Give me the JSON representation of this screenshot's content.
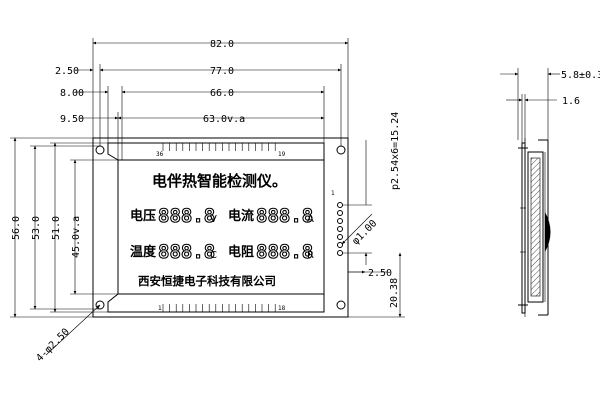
{
  "dimensions": {
    "top_82": "82.0",
    "top_2_50": "2.50",
    "top_77": "77.0",
    "top_8": "8.00",
    "top_66": "66.0",
    "top_9_50": "9.50",
    "top_63": "63.0v.a",
    "left_56": "56.0",
    "left_53": "53.0",
    "left_51": "51.0",
    "left_45": "45.0v.a",
    "holes": "4-φ2.50",
    "pitch": "p2.54x6=15.24",
    "pin_dia": "φ1.00",
    "pin_offset": "2.50",
    "pin_height": "20.38",
    "side_thickness": "5.8±0.3",
    "side_board": "1.6"
  },
  "pins": {
    "tl": "36",
    "tr": "19",
    "bl": "1",
    "br": "18",
    "side_first": "1"
  },
  "lcd": {
    "title": "电伴热智能检测仪。",
    "voltage_label": "电压",
    "voltage_digits": "888.8",
    "voltage_unit": "V",
    "current_label": "电流",
    "current_digits": "888.8",
    "current_unit": "A",
    "temp_label": "温度",
    "temp_digits": "888.8",
    "temp_unit": "C",
    "resist_label": "电阻",
    "resist_digits": "888.8",
    "resist_unit": "R",
    "company": "西安恒捷电子科技有限公司"
  }
}
